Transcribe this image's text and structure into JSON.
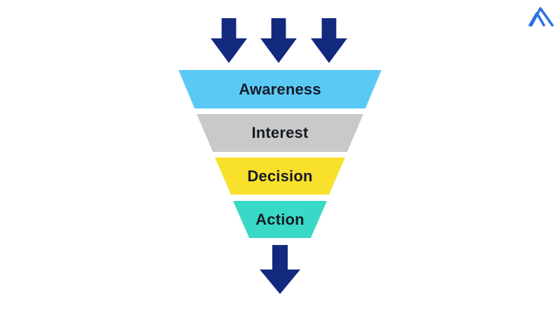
{
  "diagram": {
    "type": "funnel",
    "stages": [
      "Awareness",
      "Interest",
      "Decision",
      "Action"
    ]
  },
  "funnel": {
    "segments": [
      {
        "label": "Awareness",
        "color": "#5BC9F5"
      },
      {
        "label": "Interest",
        "color": "#C9C9C9"
      },
      {
        "label": "Decision",
        "color": "#F8E02C"
      },
      {
        "label": "Action",
        "color": "#38D9C6"
      }
    ],
    "text_color": "#161B26",
    "arrow_color": "#13297E",
    "top_arrow_count": 3,
    "bottom_arrow_count": 1
  },
  "logo": {
    "name": "mountain-logo",
    "color": "#2E6FE3"
  },
  "page": {
    "background": "#ffffff"
  }
}
